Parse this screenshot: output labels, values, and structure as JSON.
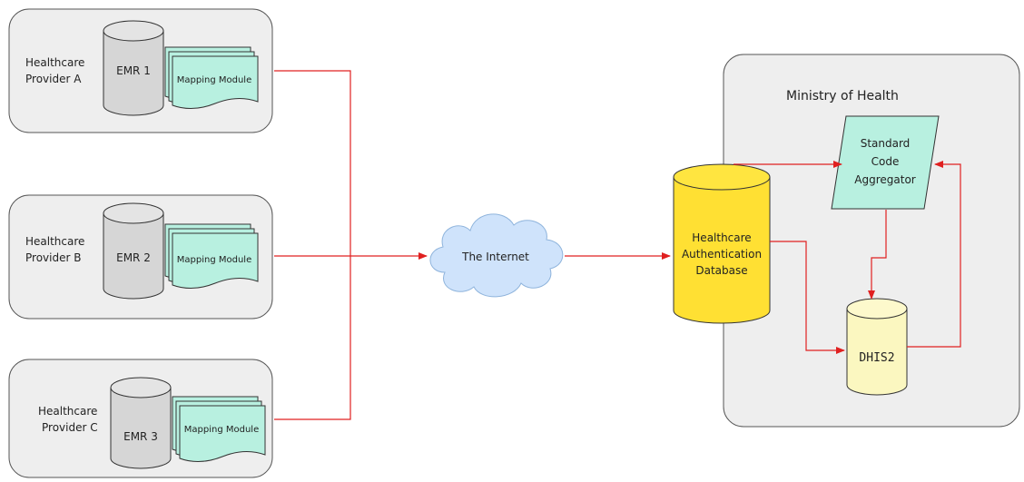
{
  "providers": [
    {
      "name_line1": "Healthcare",
      "name_line2": "Provider A",
      "emr": "EMR 1",
      "module": "Mapping Module"
    },
    {
      "name_line1": "Healthcare",
      "name_line2": "Provider B",
      "emr": "EMR 2",
      "module": "Mapping Module"
    },
    {
      "name_line1": "Healthcare",
      "name_line2": "Provider C",
      "emr": "EMR 3",
      "module": "Mapping Module"
    }
  ],
  "internet": {
    "label": "The Internet"
  },
  "auth_db": {
    "line1": "Healthcare",
    "line2": "Authentication",
    "line3": "Database"
  },
  "ministry": {
    "title": "Ministry of Health"
  },
  "aggregator": {
    "line1": "Standard",
    "line2": "Code",
    "line3": "Aggregator"
  },
  "dhis": {
    "label": "DHIS2"
  },
  "colors": {
    "connector": "#e02020",
    "mapping_module": "#b8f0e0",
    "cloud": "#cfe3fb",
    "auth_db": "#ffe033",
    "dhis": "#fbf7c0",
    "emr": "#d6d6d6",
    "panel": "#eeeeee"
  }
}
